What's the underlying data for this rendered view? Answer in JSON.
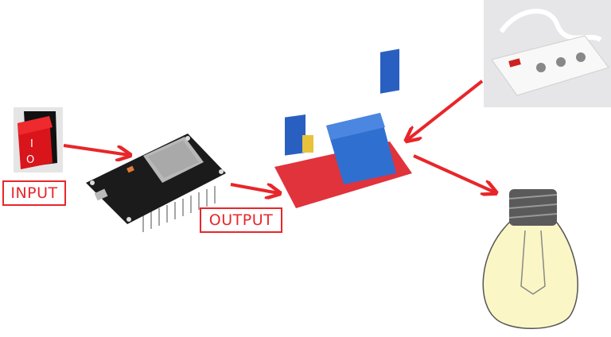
{
  "labels": {
    "input": "INPUT",
    "output": "OUTPUT"
  },
  "components": {
    "switch": {
      "icon": "rocker-switch-icon",
      "on_mark": "I",
      "off_mark": "O"
    },
    "board": {
      "icon": "esp32-board-icon"
    },
    "relay": {
      "icon": "relay-module-icon"
    },
    "power_strip": {
      "icon": "power-strip-icon"
    },
    "bulb": {
      "icon": "light-bulb-icon"
    }
  },
  "colors": {
    "arrow": "#e8262a",
    "label": "#e8262a",
    "switch": "#d9141b",
    "board": "#1b1b1b",
    "relay_board": "#e0333c",
    "relay_body": "#2f6fd0",
    "bulb_glass": "#fbf6c6"
  }
}
